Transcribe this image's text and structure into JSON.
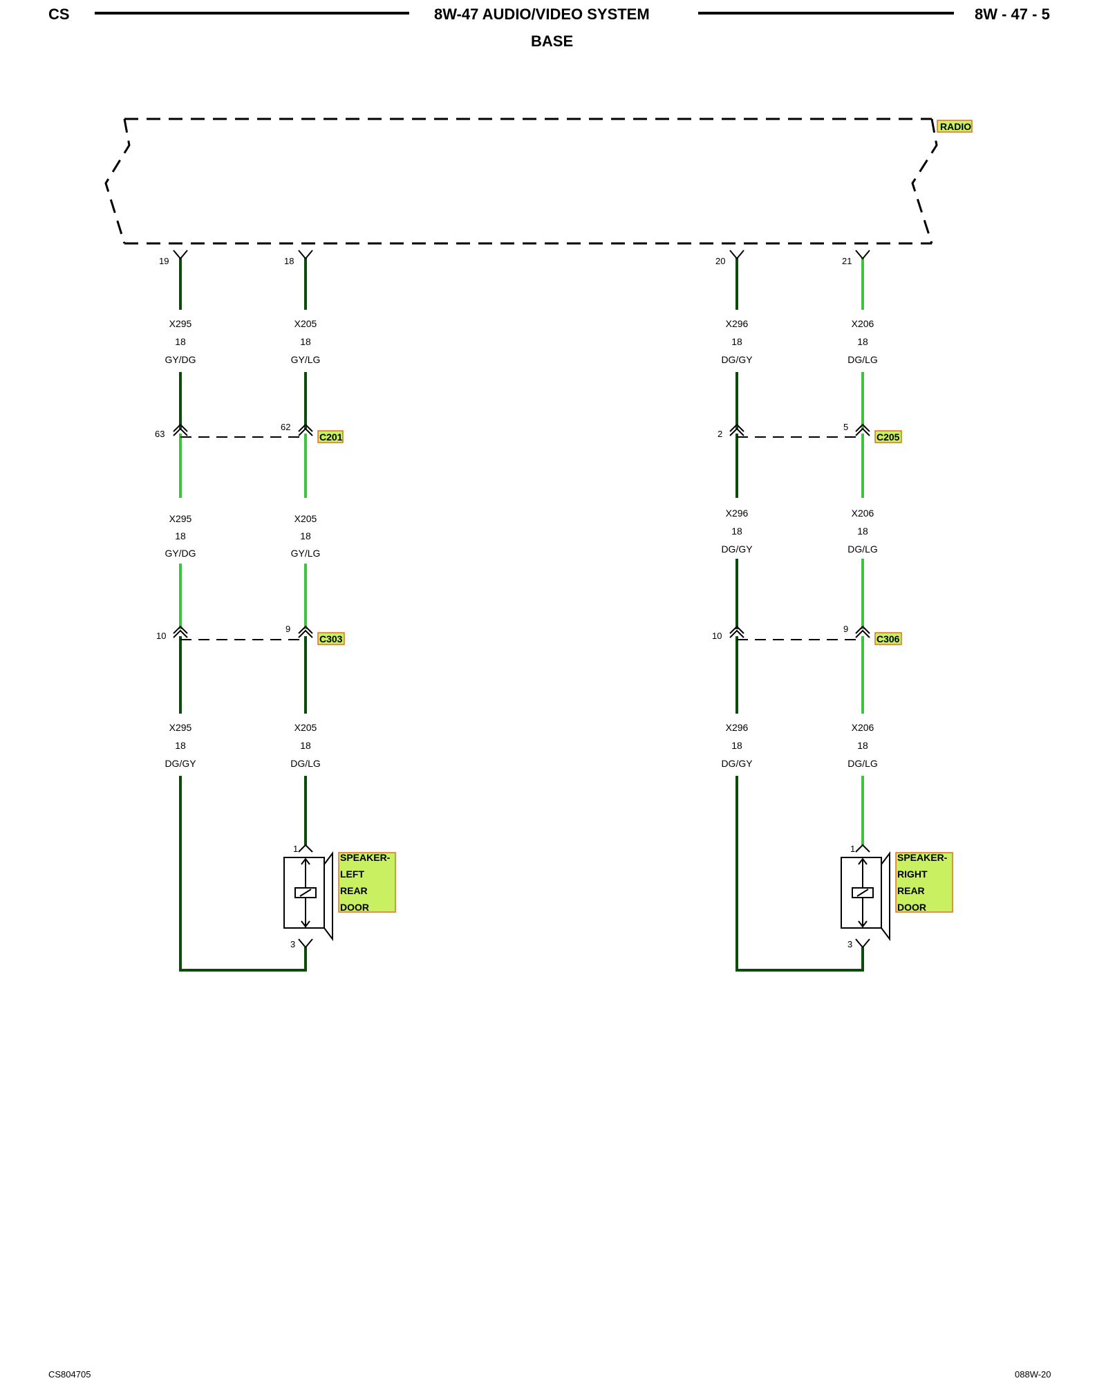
{
  "header": {
    "left": "CS",
    "title": "8W-47 AUDIO/VIDEO SYSTEM",
    "subtitle": "BASE",
    "right": "8W - 47 - 5"
  },
  "footer": {
    "left": "CS804705",
    "right": "088W-20"
  },
  "colors": {
    "wire_dark": "#0a4d0a",
    "wire_light": "#3cc43c",
    "label_fill": "#c8f060",
    "label_border": "#e07020"
  },
  "radio": {
    "label": "RADIO"
  },
  "wires": [
    {
      "id": "lf",
      "radio_pin": "19",
      "seg1": {
        "circuit": "X295",
        "gauge": "18",
        "color": "GY/DG"
      },
      "c1_pin": "63",
      "seg2": {
        "circuit": "X295",
        "gauge": "18",
        "color": "GY/DG"
      },
      "c2_pin": "10",
      "seg3": {
        "circuit": "X295",
        "gauge": "18",
        "color": "DG/GY"
      }
    },
    {
      "id": "lr",
      "radio_pin": "18",
      "seg1": {
        "circuit": "X205",
        "gauge": "18",
        "color": "GY/LG"
      },
      "c1_pin": "62",
      "seg2": {
        "circuit": "X205",
        "gauge": "18",
        "color": "GY/LG"
      },
      "c2_pin": "9",
      "seg3": {
        "circuit": "X205",
        "gauge": "18",
        "color": "DG/LG"
      }
    },
    {
      "id": "rl",
      "radio_pin": "20",
      "seg1": {
        "circuit": "X296",
        "gauge": "18",
        "color": "DG/GY"
      },
      "c1_pin": "2",
      "seg2": {
        "circuit": "X296",
        "gauge": "18",
        "color": "DG/GY"
      },
      "c2_pin": "10",
      "seg3": {
        "circuit": "X296",
        "gauge": "18",
        "color": "DG/GY"
      }
    },
    {
      "id": "rr",
      "radio_pin": "21",
      "seg1": {
        "circuit": "X206",
        "gauge": "18",
        "color": "DG/LG"
      },
      "c1_pin": "5",
      "seg2": {
        "circuit": "X206",
        "gauge": "18",
        "color": "DG/LG"
      },
      "c2_pin": "9",
      "seg3": {
        "circuit": "X206",
        "gauge": "18",
        "color": "DG/LG"
      }
    }
  ],
  "connectors": {
    "c201": "C201",
    "c303": "C303",
    "c205": "C205",
    "c306": "C306"
  },
  "speakers": {
    "left": {
      "lines": [
        "SPEAKER-",
        "LEFT",
        "REAR",
        "DOOR"
      ],
      "pin_top": "1",
      "pin_bottom": "3"
    },
    "right": {
      "lines": [
        "SPEAKER-",
        "RIGHT",
        "REAR",
        "DOOR"
      ],
      "pin_top": "1",
      "pin_bottom": "3"
    }
  }
}
